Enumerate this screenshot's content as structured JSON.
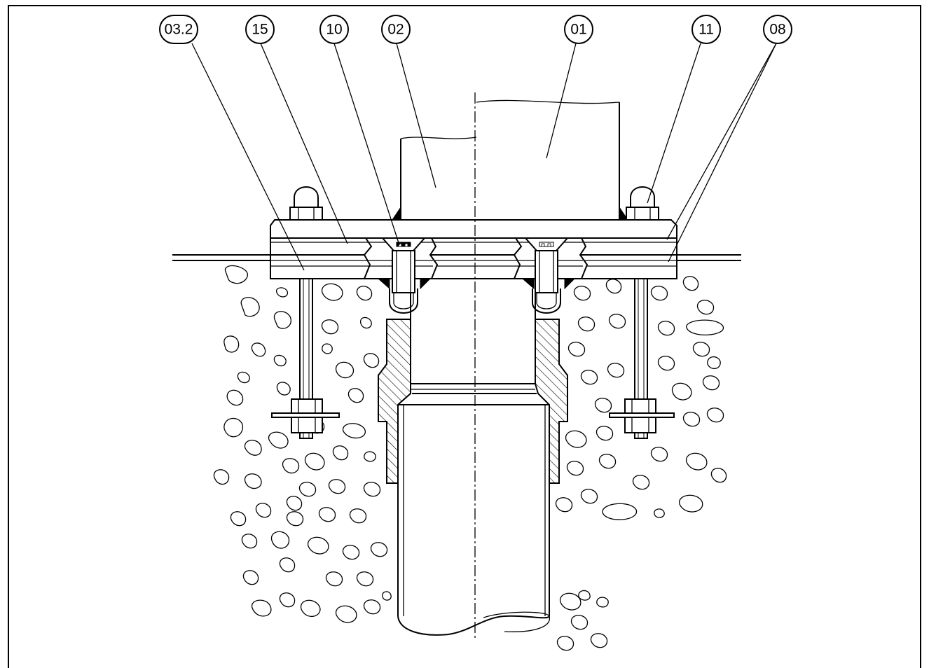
{
  "labels": {
    "l032": "03.2",
    "l15": "15",
    "l10": "10",
    "l02": "02",
    "l01": "01",
    "l11": "11",
    "l08": "08"
  }
}
